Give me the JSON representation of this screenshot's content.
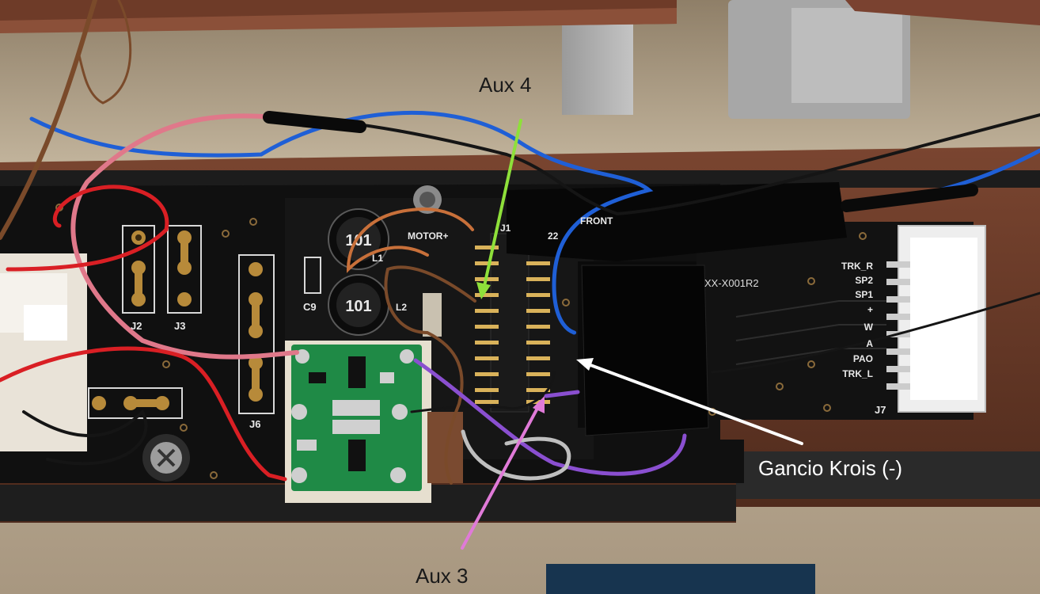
{
  "labels": {
    "aux4": "Aux 4",
    "aux3": "Aux 3",
    "gancio_krois": "Gancio Krois (-)"
  },
  "colors": {
    "aux4_arrow": "#8ee03a",
    "aux3_arrow": "#e07ad8",
    "gancio_arrow": "#ffffff",
    "pcb": "#111111",
    "shell": "#6b3a26",
    "wire_blue": "#1f5fd6",
    "wire_pink": "#e0788a",
    "wire_red": "#d91f24",
    "wire_purple": "#8a4fd0",
    "wire_black": "#151515",
    "wire_brown": "#7a4a2a",
    "wire_orange": "#c8703a",
    "wire_grey": "#bfbfbf"
  },
  "pcb_markings": {
    "motor": "MOTOR+",
    "front": "FRONT",
    "j1": "J1",
    "pin_22": "22",
    "j2": "J2",
    "j3": "J3",
    "j6": "J6",
    "j7": "J7",
    "l1": "L1",
    "l2": "L2",
    "c9": "C9",
    "inductor_value": "101",
    "part_code": "XX-X001R2",
    "j7_pins": [
      "TRK_R",
      "SP2",
      "SP1",
      "+",
      "W",
      "A",
      "PAO",
      "TRK_L"
    ]
  }
}
